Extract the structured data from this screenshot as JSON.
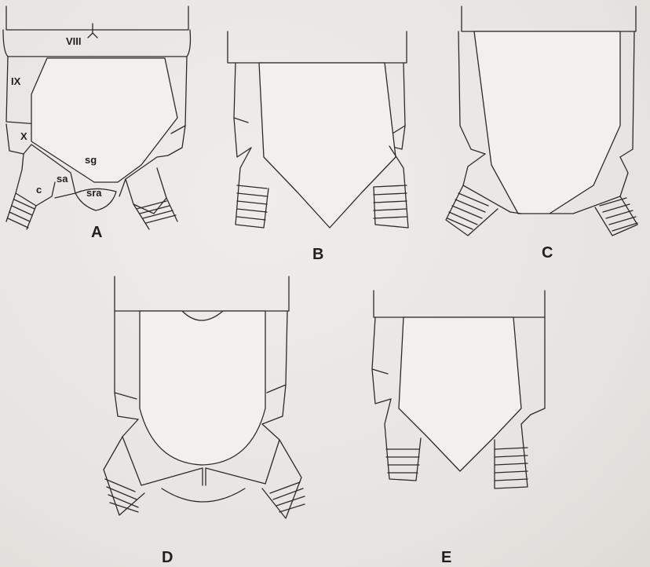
{
  "figure": {
    "panels": [
      {
        "id": "A",
        "label": "A"
      },
      {
        "id": "B",
        "label": "B"
      },
      {
        "id": "C",
        "label": "C"
      },
      {
        "id": "D",
        "label": "D"
      },
      {
        "id": "E",
        "label": "E"
      }
    ],
    "part_labels": {
      "segment_viii": "VIII",
      "segment_ix": "IX",
      "segment_x": "X",
      "sg": "sg",
      "sa": "sa",
      "sra": "sra",
      "c": "c"
    }
  }
}
